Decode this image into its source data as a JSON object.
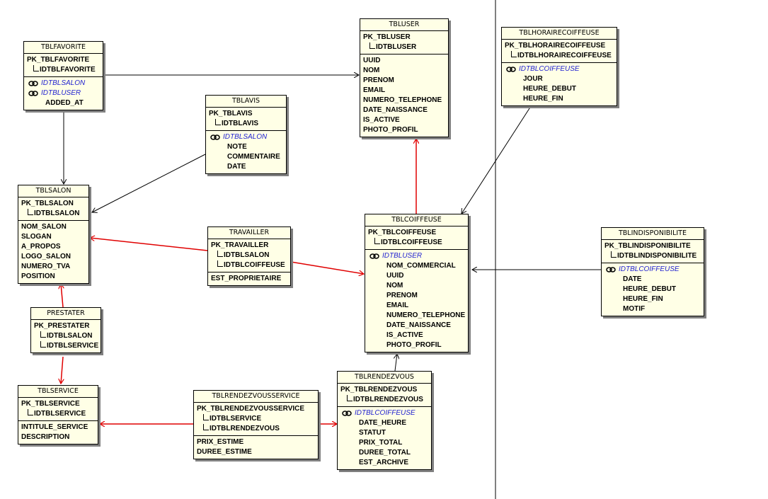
{
  "tables": {
    "tblfavorite": {
      "name": "TBLFAVORITE",
      "pk": "PK_TBLFAVORITE",
      "keys": [
        "IDTBLFAVORITE"
      ],
      "fks": [
        "IDTBLSALON",
        "IDTBLUSER"
      ],
      "cols": [
        "ADDED_AT"
      ]
    },
    "tbluser": {
      "name": "TBLUSER",
      "pk": "PK_TBLUSER",
      "keys": [
        "IDTBLUSER"
      ],
      "cols": [
        "UUID",
        "NOM",
        "PRENOM",
        "EMAIL",
        "NUMERO_TELEPHONE",
        "DATE_NAISSANCE",
        "IS_ACTIVE",
        "PHOTO_PROFIL"
      ]
    },
    "tblhoraire": {
      "name": "TBLHORAIRECOIFFEUSE",
      "pk": "PK_TBLHORAIRECOIFFEUSE",
      "keys": [
        "IDTBLHORAIRECOIFFEUSE"
      ],
      "fks": [
        "IDTBLCOIFFEUSE"
      ],
      "cols": [
        "JOUR",
        "HEURE_DEBUT",
        "HEURE_FIN"
      ]
    },
    "tblavis": {
      "name": "TBLAVIS",
      "pk": "PK_TBLAVIS",
      "keys": [
        "IDTBLAVIS"
      ],
      "fks": [
        "IDTBLSALON"
      ],
      "cols": [
        "NOTE",
        "COMMENTAIRE",
        "DATE"
      ]
    },
    "tblsalon": {
      "name": "TBLSALON",
      "pk": "PK_TBLSALON",
      "keys": [
        "IDTBLSALON"
      ],
      "cols": [
        "NOM_SALON",
        "SLOGAN",
        "A_PROPOS",
        "LOGO_SALON",
        "NUMERO_TVA",
        "POSITION"
      ]
    },
    "travailler": {
      "name": "TRAVAILLER",
      "pk": "PK_TRAVAILLER",
      "keys": [
        "IDTBLSALON",
        "IDTBLCOIFFEUSE"
      ],
      "cols": [
        "EST_PROPRIETAIRE"
      ]
    },
    "tblcoiffeuse": {
      "name": "TBLCOIFFEUSE",
      "pk": "PK_TBLCOIFFEUSE",
      "keys": [
        "IDTBLCOIFFEUSE"
      ],
      "fks": [
        "IDTBLUSER"
      ],
      "cols": [
        "NOM_COMMERCIAL",
        "UUID",
        "NOM",
        "PRENOM",
        "EMAIL",
        "NUMERO_TELEPHONE",
        "DATE_NAISSANCE",
        "IS_ACTIVE",
        "PHOTO_PROFIL"
      ]
    },
    "tblindispo": {
      "name": "TBLINDISPONIBILITE",
      "pk": "PK_TBLINDISPONIBILITE",
      "keys": [
        "IDTBLINDISPONIBILITE"
      ],
      "fks": [
        "IDTBLCOIFFEUSE"
      ],
      "cols": [
        "DATE",
        "HEURE_DEBUT",
        "HEURE_FIN",
        "MOTIF"
      ]
    },
    "prestater": {
      "name": "PRESTATER",
      "pk": "PK_PRESTATER",
      "keys": [
        "IDTBLSALON",
        "IDTBLSERVICE"
      ]
    },
    "tblservice": {
      "name": "TBLSERVICE",
      "pk": "PK_TBLSERVICE",
      "keys": [
        "IDTBLSERVICE"
      ],
      "cols": [
        "INTITULE_SERVICE",
        "DESCRIPTION"
      ]
    },
    "tblrdvservice": {
      "name": "TBLRENDEZVOUSSERVICE",
      "pk": "PK_TBLRENDEZVOUSSERVICE",
      "keys": [
        "IDTBLSERVICE",
        "IDTBLRENDEZVOUS"
      ],
      "cols": [
        "PRIX_ESTIME",
        "DUREE_ESTIME"
      ]
    },
    "tblrdv": {
      "name": "TBLRENDEZVOUS",
      "pk": "PK_TBLRENDEZVOUS",
      "keys": [
        "IDTBLRENDEZVOUS"
      ],
      "fks": [
        "IDTBLCOIFFEUSE"
      ],
      "cols": [
        "DATE_HEURE",
        "STATUT",
        "PRIX_TOTAL",
        "DUREE_TOTAL",
        "EST_ARCHIVE"
      ]
    }
  },
  "colors": {
    "fk_text": "#1f1fd0",
    "table_bg": "#ffffe6",
    "red_link": "#e00000"
  }
}
